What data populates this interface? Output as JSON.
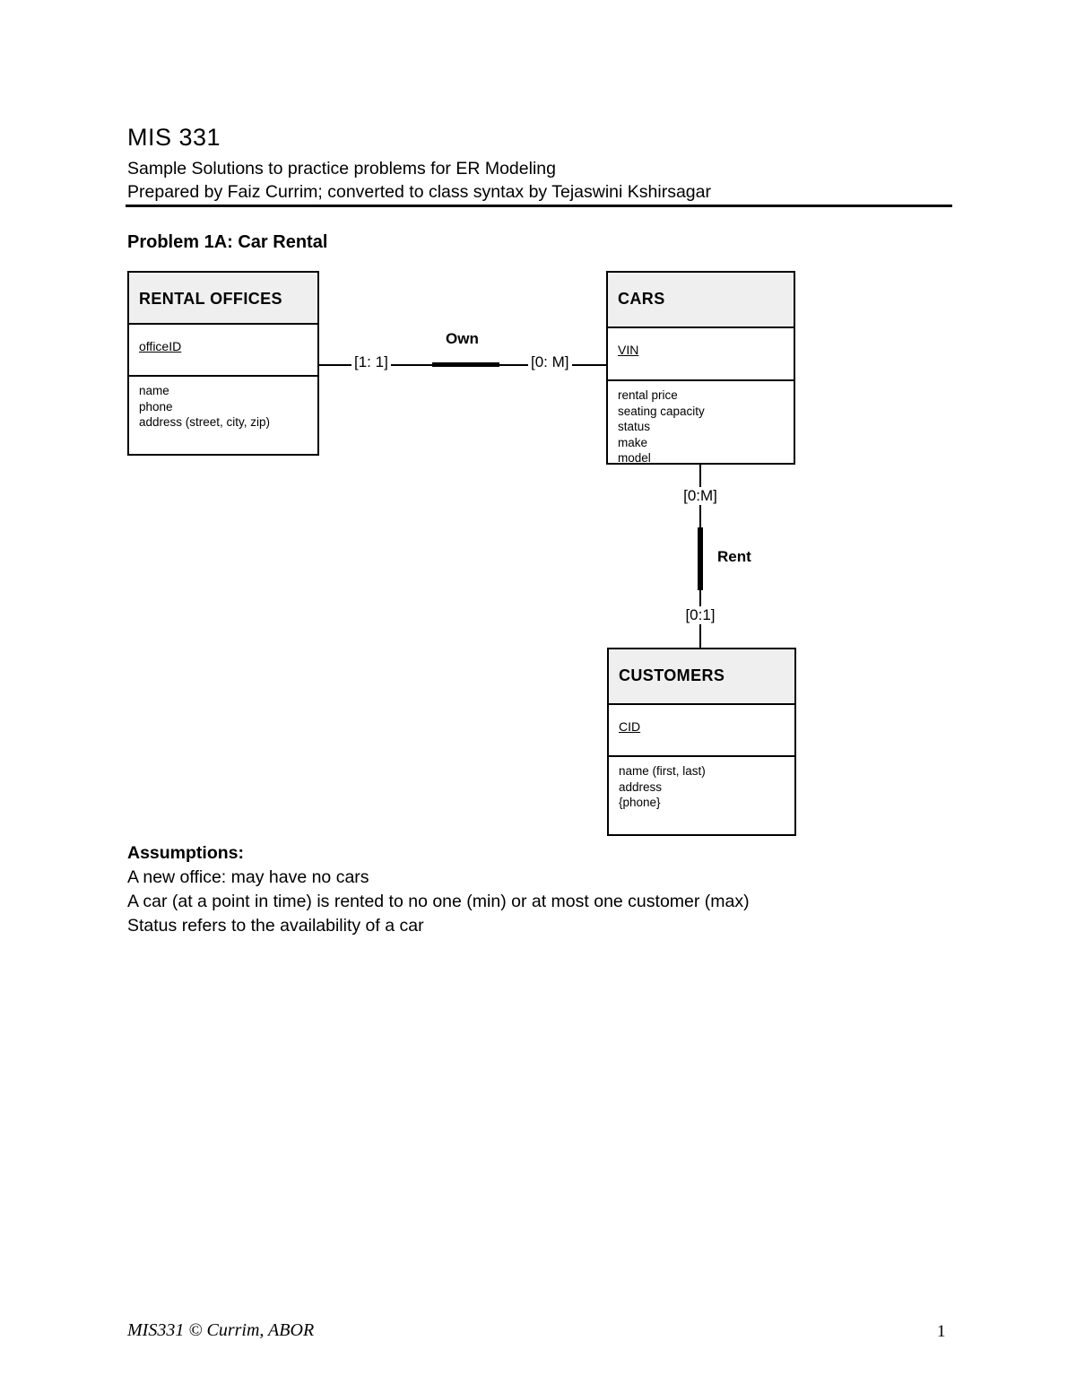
{
  "document": {
    "title": "MIS 331",
    "subtitle_line1": "Sample Solutions to practice problems for ER Modeling",
    "subtitle_line2": "Prepared by Faiz Currim; converted to class syntax by Tejaswini Kshirsagar",
    "problem_heading": "Problem 1A: Car Rental",
    "assumptions": {
      "heading": "Assumptions:",
      "line1": "A new office: may have no cars",
      "line2": "A car (at a point in time) is rented to no one (min) or at most one customer (max)",
      "line3": "Status refers to the availability of a car"
    },
    "footer": {
      "left": "MIS331 © Currim, ABOR",
      "page_number": "1"
    }
  },
  "diagram": {
    "entities": [
      {
        "name": "RENTAL OFFICES",
        "key": "officeID",
        "attributes": [
          "name",
          "phone",
          "address (street, city, zip)"
        ]
      },
      {
        "name": "CARS",
        "key": "VIN",
        "attributes": [
          "rental price",
          "seating capacity",
          "status",
          "make",
          "model"
        ]
      },
      {
        "name": "CUSTOMERS",
        "key": "CID",
        "attributes": [
          "name (first, last)",
          "address",
          "{phone}"
        ]
      }
    ],
    "relationships": [
      {
        "name": "Own",
        "left_entity": "RENTAL OFFICES",
        "right_entity": "CARS",
        "left_cardinality": "[1: 1]",
        "right_cardinality": "[0: M]"
      },
      {
        "name": "Rent",
        "top_entity": "CARS",
        "bottom_entity": "CUSTOMERS",
        "top_cardinality": "[0:M]",
        "bottom_cardinality": "[0:1]"
      }
    ],
    "colors": {
      "entity_header_bg": "#efefef",
      "line": "#000000"
    }
  }
}
